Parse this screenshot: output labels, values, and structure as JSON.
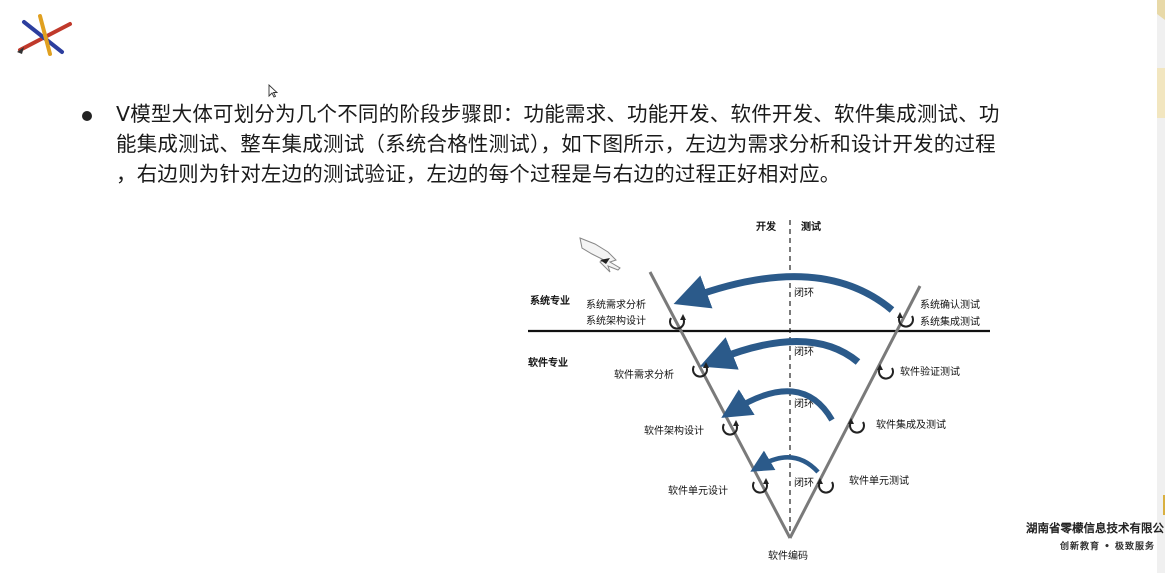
{
  "bullet": {
    "line1": "V模型大体可划分为几个不同的阶段步骤即：功能需求、功能开发、软件开发、软件集成测试、功",
    "line2": "能集成测试、整车集成测试（系统合格性测试），如下图所示，左边为需求分析和设计开发的过程",
    "line3": "，右边则为针对左边的测试验证，左边的每个过程是与右边的过程正好相对应。"
  },
  "diagram": {
    "header_dev": "开发",
    "header_test": "测试",
    "domain_system": "系统专业",
    "domain_software": "软件专业",
    "left": {
      "sys_req": "系统需求分析",
      "sys_arch": "系统架构设计",
      "sw_req": "软件需求分析",
      "sw_arch": "软件架构设计",
      "sw_unit": "软件单元设计"
    },
    "right": {
      "sys_confirm": "系统确认测试",
      "sys_integ": "系统集成测试",
      "sw_verify": "软件验证测试",
      "sw_integ": "软件集成及测试",
      "sw_unit_test": "软件单元测试"
    },
    "bottom": "软件编码",
    "loop_label": "闭环"
  },
  "company": {
    "name": "湖南省零檬信息技术有限公",
    "slogan": "创新教育 • 极致服务"
  },
  "colors": {
    "arrow_blue": "#2b5a8a",
    "v_line": "#7a7a7a"
  }
}
